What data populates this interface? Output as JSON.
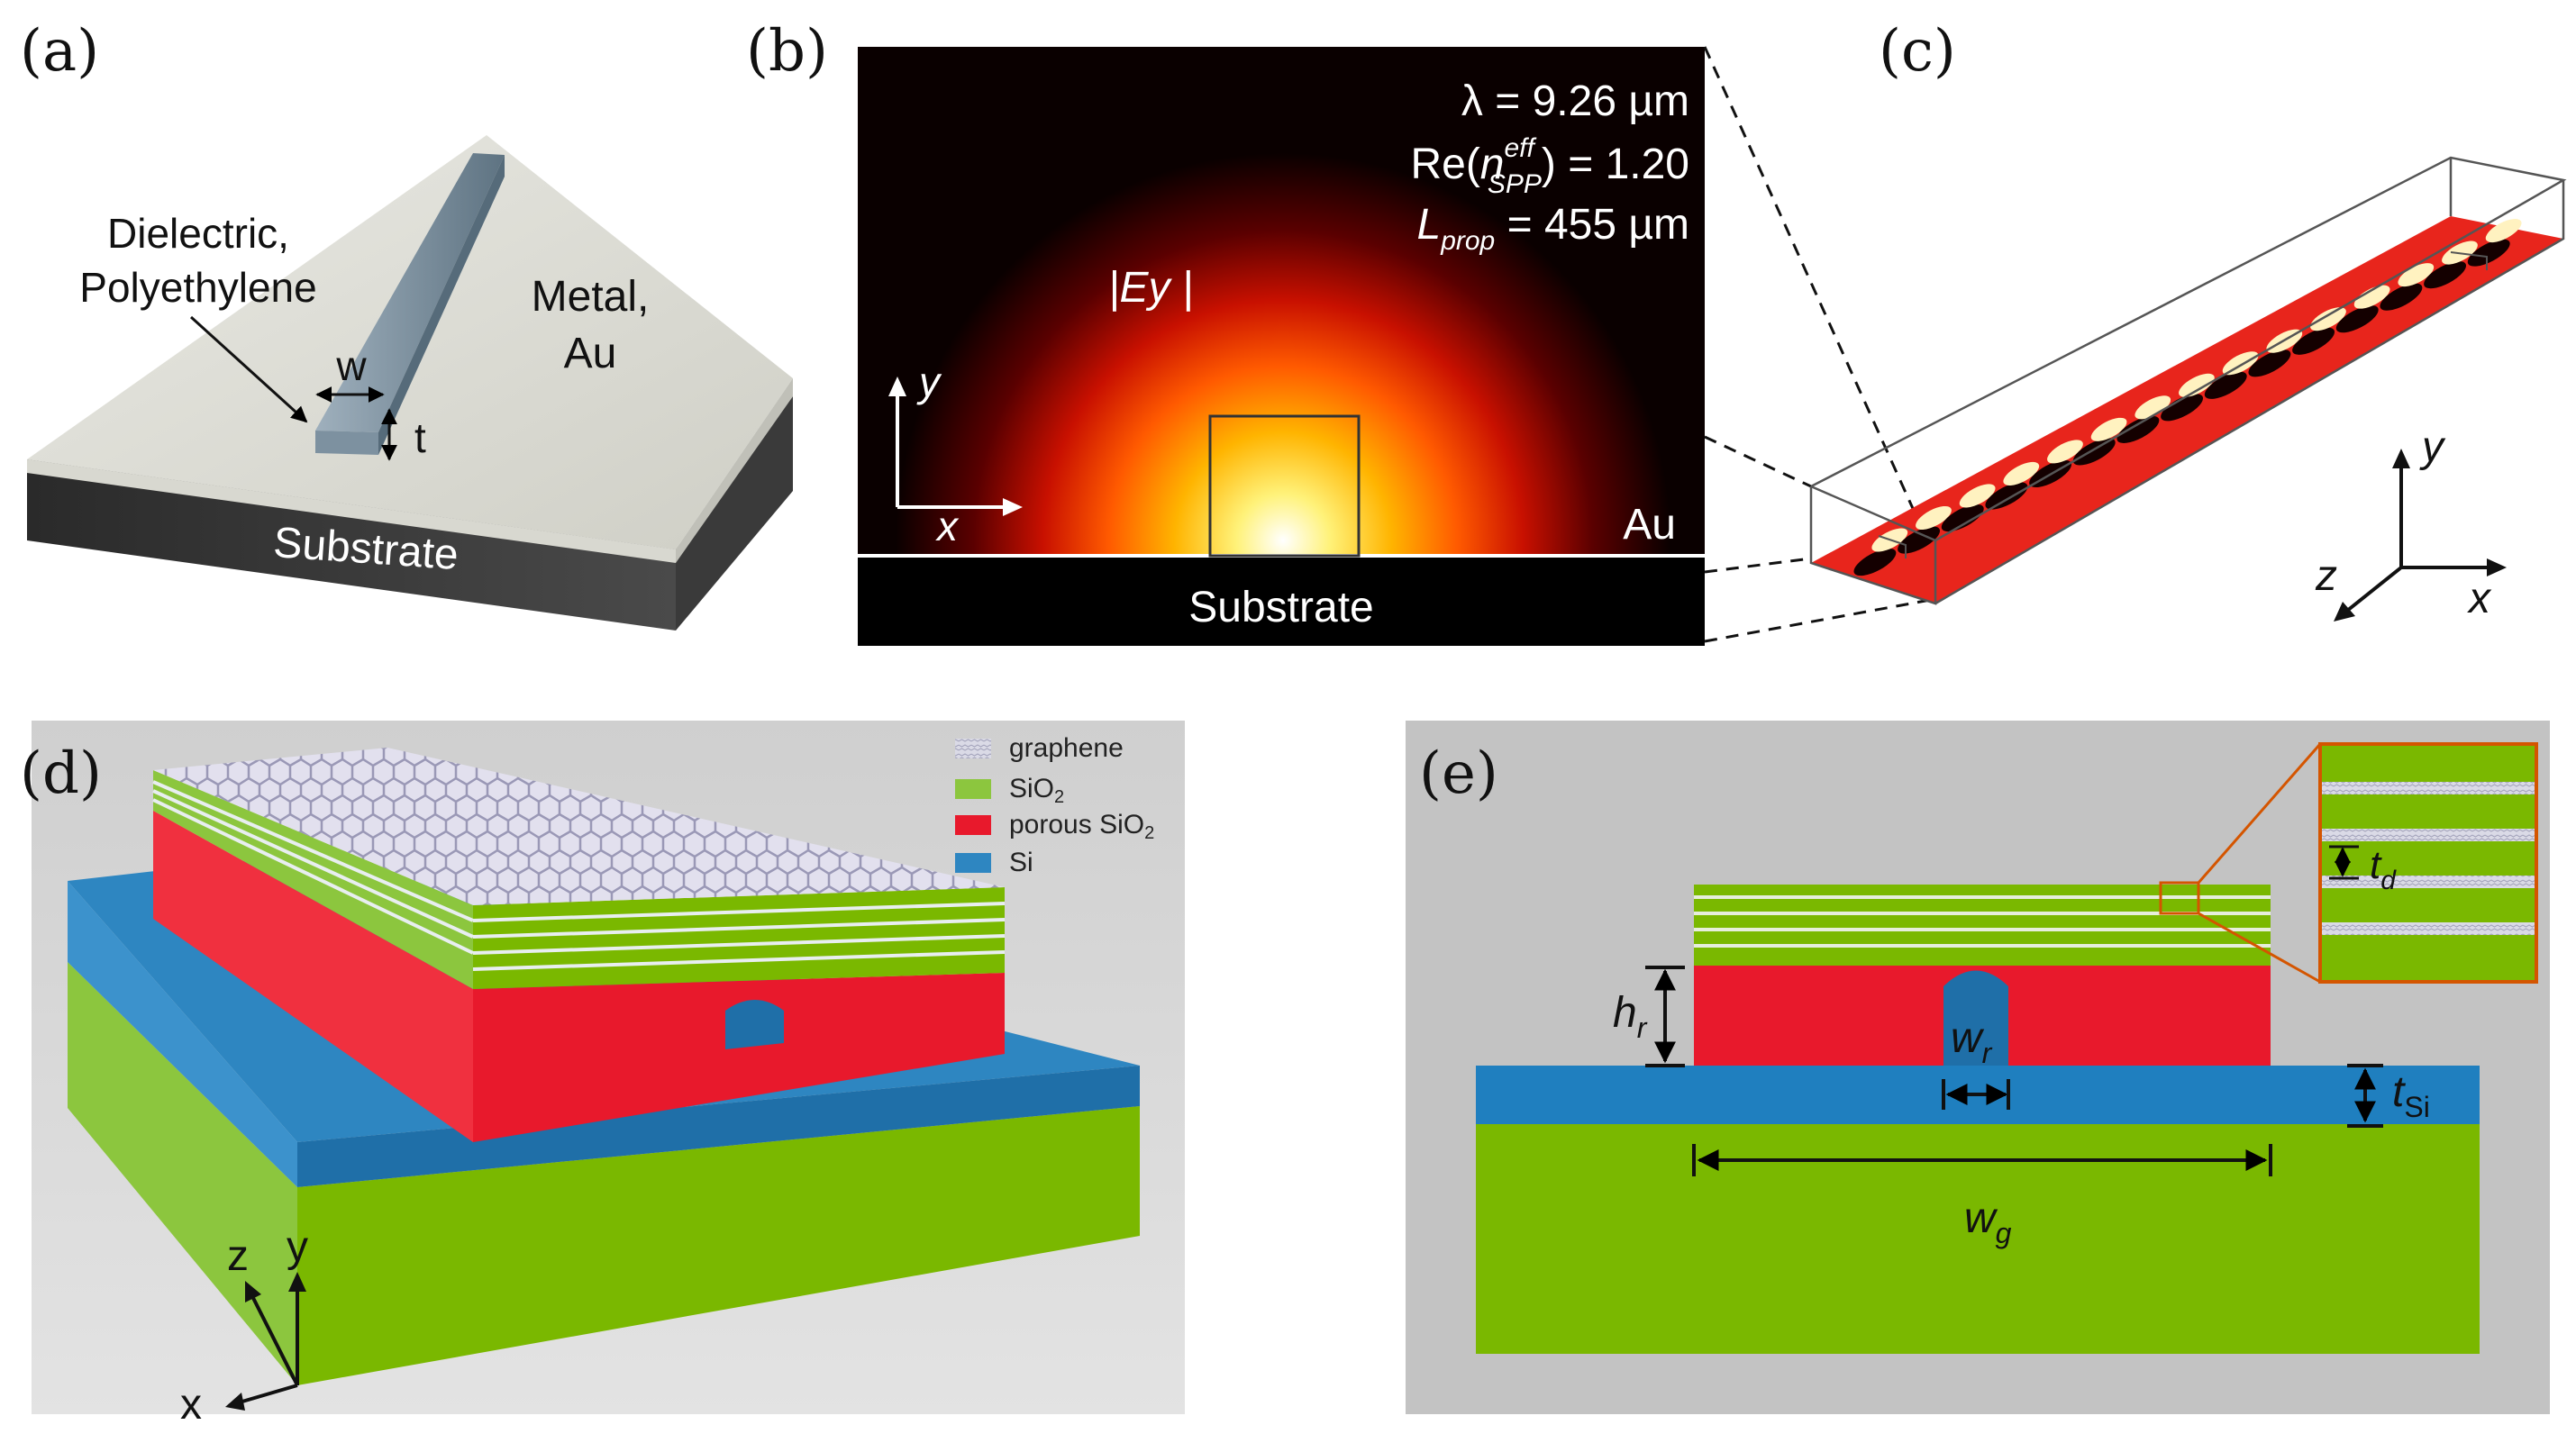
{
  "panels": {
    "a": {
      "letter": "(a)",
      "dielectric_line1": "Dielectric,",
      "dielectric_line2": "Polyethylene",
      "metal_line1": "Metal,",
      "metal_line2": "Au",
      "w": "w",
      "t": "t",
      "substrate": "Substrate"
    },
    "b": {
      "letter": "(b)",
      "lambda": "λ = 9.26 µm",
      "re_prefix": "Re(",
      "n": "n",
      "n_sup": "eff",
      "n_sub": "SPP",
      "re_suffix": ") = 1.20",
      "l": "L",
      "l_sub": "prop",
      "l_suffix": " = 455 µm",
      "field": "|Ey |",
      "axis_y": "y",
      "axis_x": "x",
      "au": "Au",
      "substrate": "Substrate"
    },
    "c": {
      "letter": "(c)",
      "axis_y": "y",
      "axis_z": "z",
      "axis_x": "x"
    },
    "d": {
      "letter": "(d)",
      "legend": [
        {
          "label": "graphene",
          "sub": "",
          "color": "#c9c9d6"
        },
        {
          "label": "SiO",
          "sub": "2",
          "color": "#8cc63e"
        },
        {
          "label": "porous SiO",
          "sub": "2",
          "color": "#e8192c"
        },
        {
          "label": "Si",
          "sub": "",
          "color": "#2e86c1"
        }
      ],
      "axis_z": "z",
      "axis_y": "y",
      "axis_x": "x"
    },
    "e": {
      "letter": "(e)",
      "hr": "h",
      "hr_sub": "r",
      "wr": "w",
      "wr_sub": "r",
      "tsi": "t",
      "tsi_sub": "Si",
      "wg": "w",
      "wg_sub": "g",
      "td": "t",
      "td_sub": "d"
    }
  },
  "colors": {
    "sio2": "#7ab800",
    "porous_sio2": "#e8192c",
    "si": "#1f7fbf",
    "background_gray": "#c3c3c3"
  }
}
